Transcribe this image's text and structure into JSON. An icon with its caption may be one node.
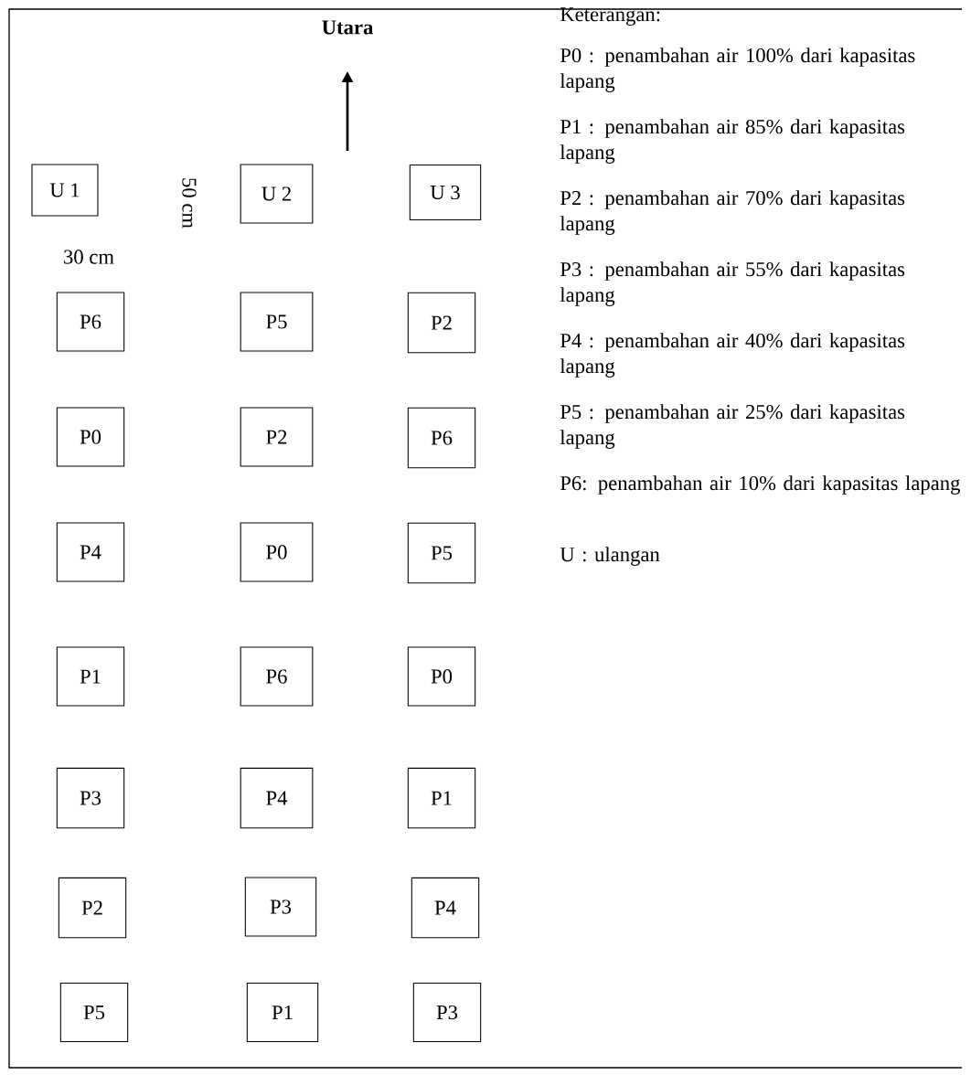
{
  "diagram": {
    "nodes": [
      {
        "text": [
          "U 1"
        ]
      },
      {
        "text": [
          "U 2"
        ]
      },
      {
        "text": [
          "U 3"
        ]
      },
      {
        "text": [
          "P6"
        ]
      },
      {
        "text": [
          "P5"
        ]
      },
      {
        "text": [
          "P2"
        ]
      },
      {
        "text": [
          "P0"
        ]
      },
      {
        "text": [
          "P2"
        ]
      },
      {
        "text": [
          "P6"
        ]
      },
      {
        "text": [
          "P4"
        ]
      },
      {
        "text": [
          "P0"
        ]
      },
      {
        "text": [
          "P5"
        ]
      },
      {
        "text": [
          "P1"
        ]
      },
      {
        "text": [
          "P6"
        ]
      },
      {
        "text": [
          "P0"
        ]
      },
      {
        "text": [
          "P3"
        ]
      },
      {
        "text": [
          "P4"
        ]
      },
      {
        "text": [
          "P1"
        ]
      },
      {
        "text": [
          "P2"
        ]
      },
      {
        "text": [
          "P3"
        ]
      },
      {
        "text": [
          "P4"
        ]
      },
      {
        "text": [
          "P5"
        ]
      },
      {
        "text": [
          "P1"
        ]
      },
      {
        "text": [
          "P3"
        ]
      }
    ],
    "labels": [
      "Utara",
      "50 cm",
      "30 cm",
      "Keterangan:",
      "P0 : penambahan air 100% dari kapasitas lapang",
      "P1 : penambahan air 85% dari kapasitas lapang",
      "P2 : penambahan air 70% dari kapasitas lapang",
      "P3 : penambahan air 55% dari kapasitas lapang",
      "P4 : penambahan air 40% dari kapasitas lapang",
      "P5 : penambahan air 25% dari kapasitas lapang",
      "P6: penambahan air 10% dari kapasitas lapang",
      "U : ulangan"
    ]
  }
}
